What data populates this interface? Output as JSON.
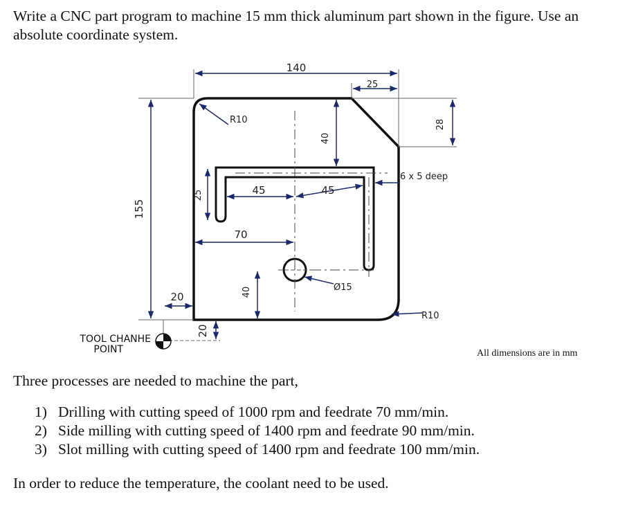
{
  "question": "Write a CNC part program to machine 15 mm thick aluminum part shown in the figure. Use an absolute coordinate system.",
  "figure": {
    "dimensions": {
      "width_140": "140",
      "top_25": "25",
      "right_28": "28",
      "radius_top_left": "R10",
      "slot_depth_40": "40",
      "slot_left_45": "45",
      "slot_right_45": "45",
      "slot_spec": "6 x 5 deep",
      "height_155": "155",
      "slot_arm_25": "25",
      "slot_70": "70",
      "hole_dia": "Ø15",
      "hole_bottom_40": "40",
      "offset_20_h": "20",
      "offset_20_v": "20",
      "radius_bottom_right": "R10"
    },
    "tool_change_label_line1": "TOOL CHANHE",
    "tool_change_label_line2": "POINT"
  },
  "units_note": "All dimensions are in mm",
  "processes_intro": "Three processes are needed to machine the part,",
  "processes": [
    {
      "num": "1)",
      "text": "Drilling with cutting speed of 1000 rpm and feedrate 70 mm/min."
    },
    {
      "num": "2)",
      "text": "Side milling with cutting speed of 1400 rpm and feedrate 90 mm/min."
    },
    {
      "num": "3)",
      "text": "Slot milling with cutting speed of 1400 rpm and feedrate 100 mm/min."
    }
  ],
  "closing": "In order to reduce the temperature, the coolant need to be used."
}
